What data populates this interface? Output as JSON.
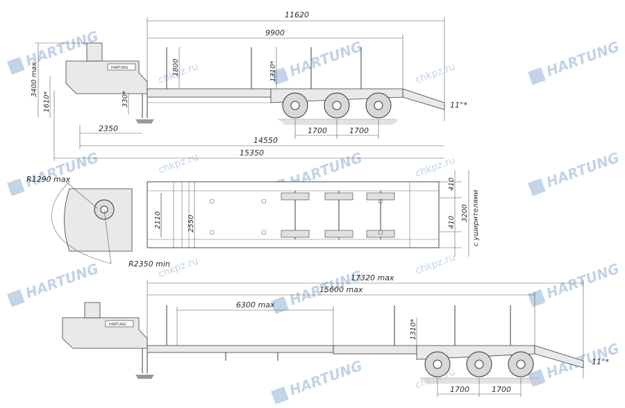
{
  "watermark": {
    "brand": "HARTUNG",
    "site": "chkpz.ru",
    "color": "#8fb0d6"
  },
  "plate_text": "HARTUNG",
  "side_view": {
    "dims": {
      "total_length": "11620",
      "deck_length": "9900",
      "stake_height": "1800",
      "stake_height_rear": "1310*",
      "height_max": "3400 max",
      "fifth_wheel_height": "1610*",
      "deck_height": "330*",
      "kingpin_offset": "2350",
      "axle_spacing_1": "1700",
      "axle_spacing_2": "1700",
      "ramp_angle": "11°*",
      "length_14550": "14550",
      "overall_length": "15350"
    }
  },
  "top_view": {
    "dims": {
      "front_radius": "R1290 max",
      "swing_radius": "R2350 min",
      "inner_width": "2110",
      "outer_width": "2550",
      "ramp_offset_1": "410",
      "ramp_offset_2": "410",
      "extended_width": "3200",
      "extended_note": "с уширителями"
    }
  },
  "extended_view": {
    "dims": {
      "overall_max": "17320 max",
      "deck_max": "15600 max",
      "extension_max": "6300 max",
      "stake_height_rear": "1310*",
      "axle_spacing_1": "1700",
      "axle_spacing_2": "1700",
      "ramp_angle": "11°*"
    }
  }
}
